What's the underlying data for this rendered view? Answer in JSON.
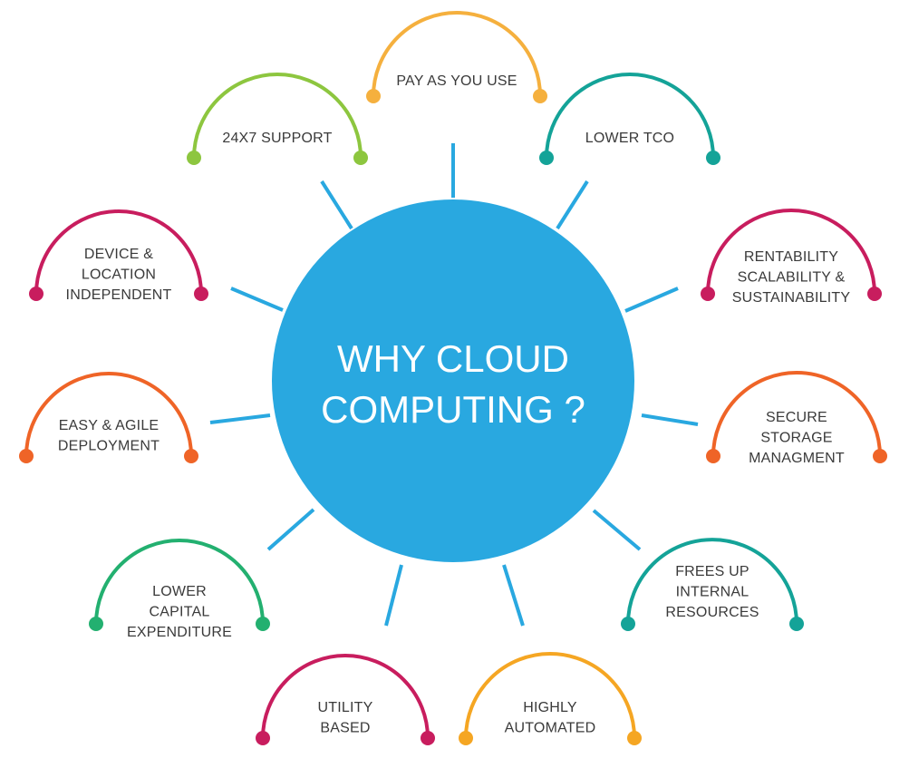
{
  "center": {
    "title_lines": [
      "WHY CLOUD",
      "COMPUTING ?"
    ],
    "color": "#29a8e0"
  },
  "spoke_color": "#29a8e0",
  "nodes": [
    {
      "id": "pay-as-you-use",
      "lines": [
        "PAY AS YOU USE"
      ],
      "color": "#f5b03e"
    },
    {
      "id": "lower-tco",
      "lines": [
        "LOWER TCO"
      ],
      "color": "#14a398"
    },
    {
      "id": "rentability",
      "lines": [
        "RENTABILITY",
        "SCALABILITY &",
        "SUSTAINABILITY"
      ],
      "color": "#c81d5e"
    },
    {
      "id": "secure-storage",
      "lines": [
        "SECURE",
        "STORAGE",
        "MANAGMENT"
      ],
      "color": "#ef6427"
    },
    {
      "id": "frees-up",
      "lines": [
        "FREES UP",
        "INTERNAL",
        "RESOURCES"
      ],
      "color": "#14a398"
    },
    {
      "id": "highly-automated",
      "lines": [
        "HIGHLY",
        "AUTOMATED"
      ],
      "color": "#f5a623"
    },
    {
      "id": "utility-based",
      "lines": [
        "UTILITY",
        "BASED"
      ],
      "color": "#c81d5e"
    },
    {
      "id": "lower-capex",
      "lines": [
        "LOWER",
        "CAPITAL",
        "EXPENDITURE"
      ],
      "color": "#23b070"
    },
    {
      "id": "easy-agile",
      "lines": [
        "EASY & AGILE",
        "DEPLOYMENT"
      ],
      "color": "#ef6427"
    },
    {
      "id": "device-location",
      "lines": [
        "DEVICE &",
        "LOCATION",
        "INDEPENDENT"
      ],
      "color": "#c81d5e"
    },
    {
      "id": "support",
      "lines": [
        "24X7 SUPPORT"
      ],
      "color": "#8dc63f"
    }
  ]
}
